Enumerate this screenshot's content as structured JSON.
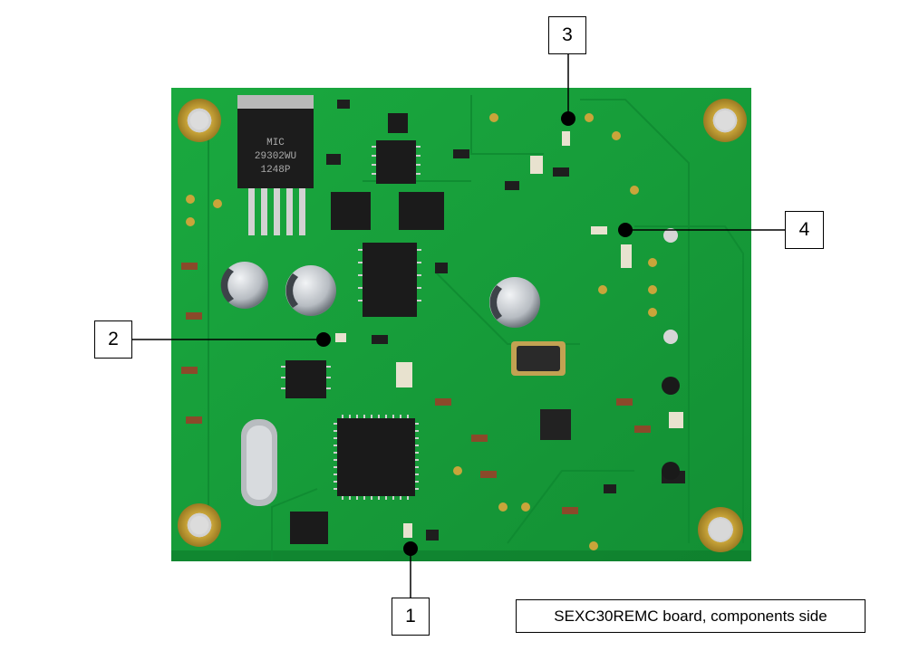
{
  "caption": "SEXC30REMC board, components side",
  "callouts": [
    {
      "number": "1"
    },
    {
      "number": "2"
    },
    {
      "number": "3"
    },
    {
      "number": "4"
    }
  ],
  "colors": {
    "pcb_green": "#17a33c",
    "pcb_dark": "#0d7a2a",
    "pad_gold": "#c9a53a",
    "ic_black": "#1a1a1a",
    "cap_silver": "#c8ccd0",
    "leader_line": "#000000"
  }
}
